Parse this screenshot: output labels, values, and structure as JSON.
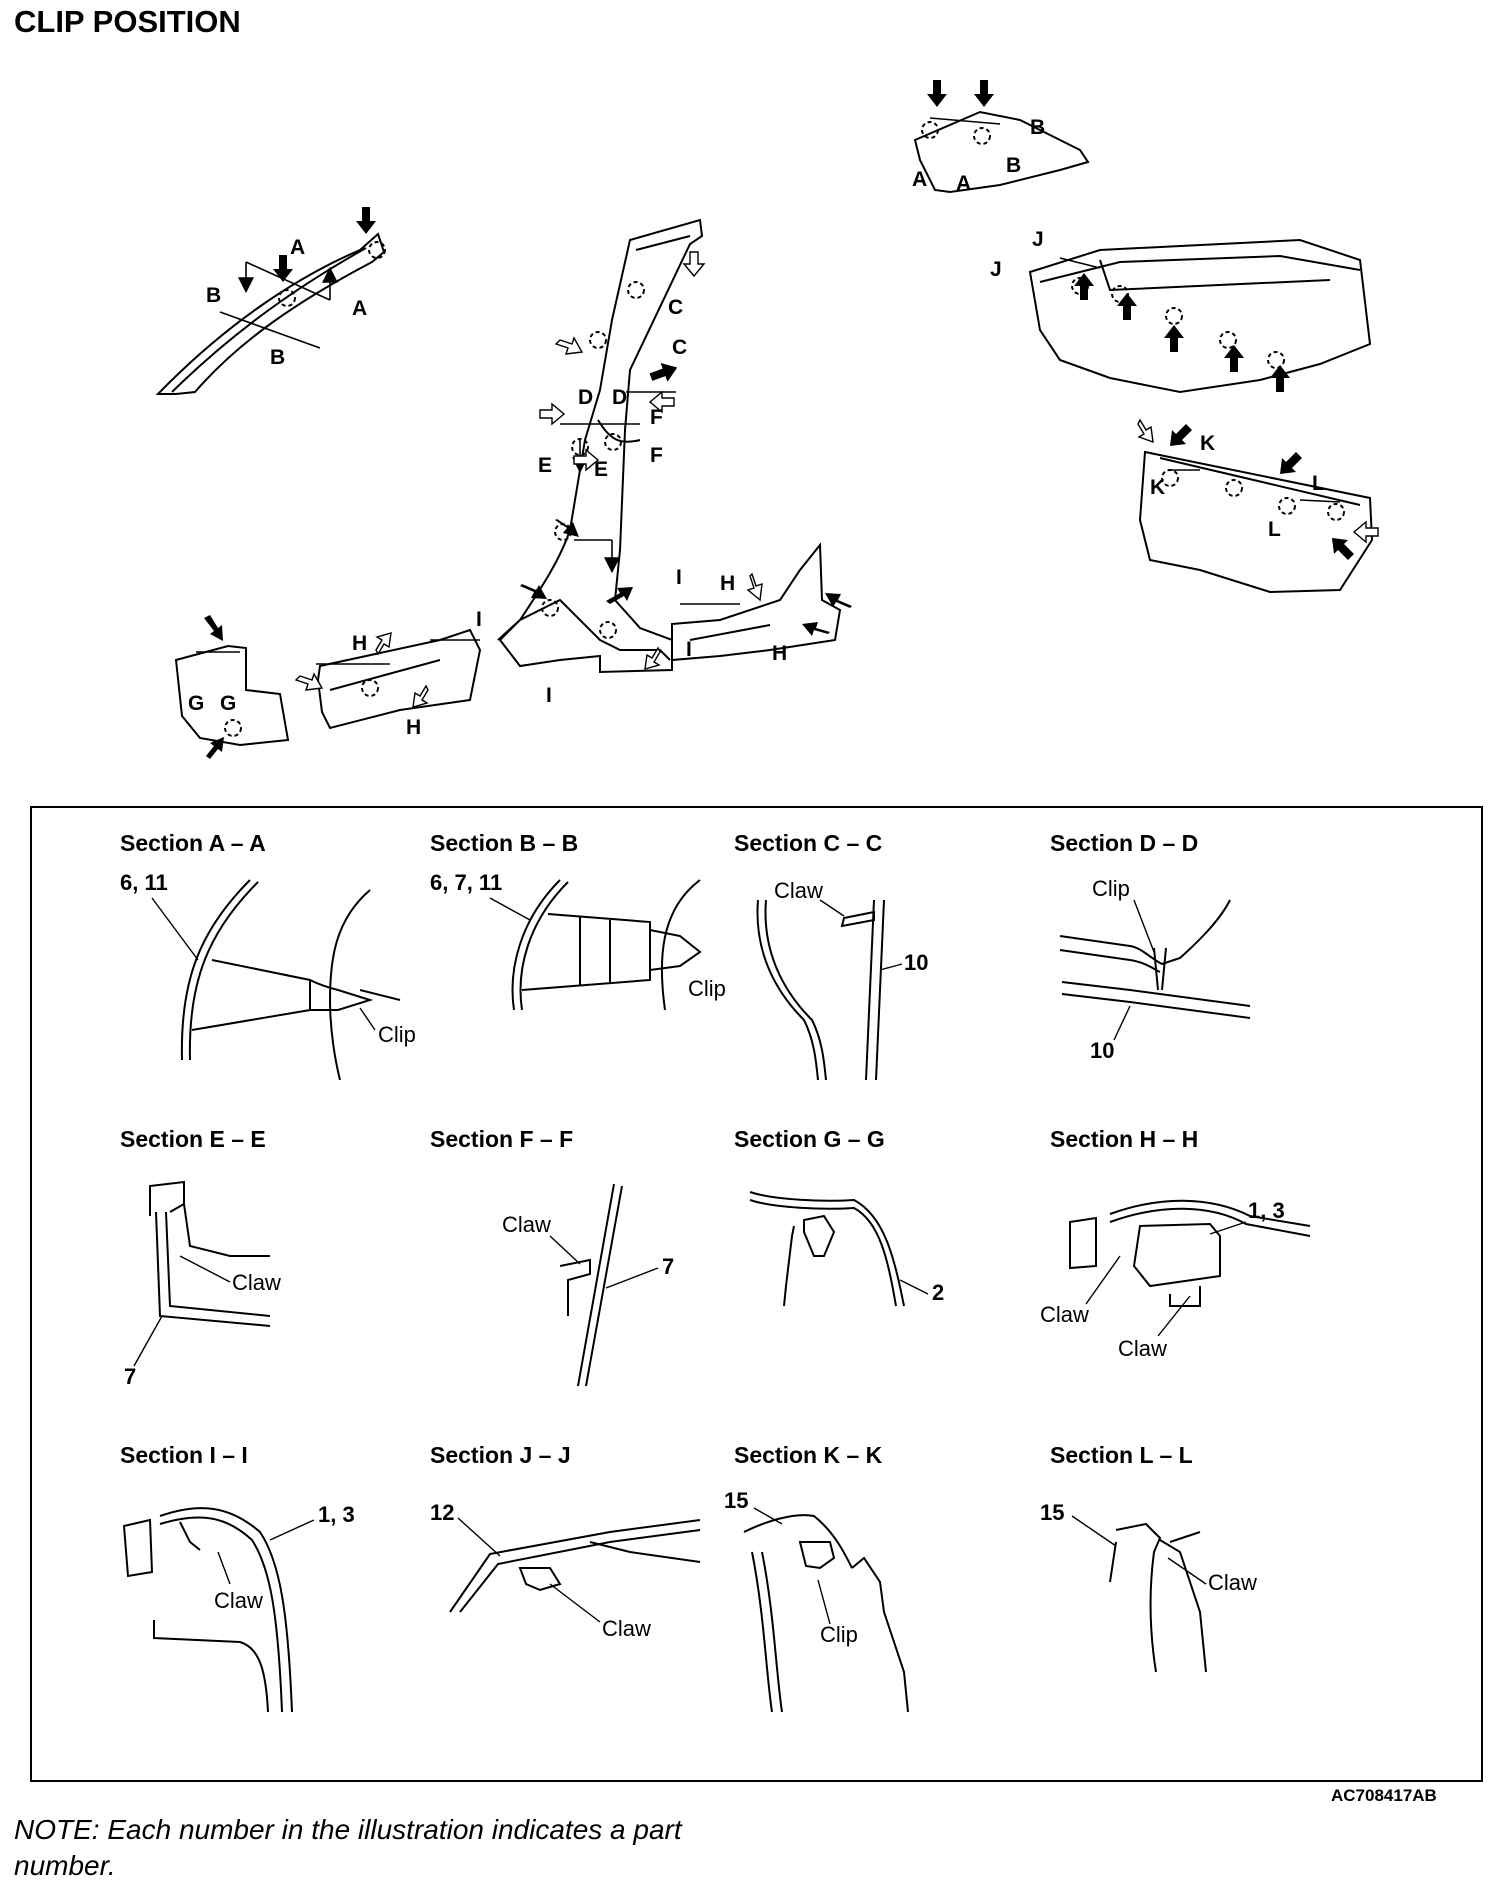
{
  "title": "CLIP POSITION",
  "overview_labels": {
    "a": "A",
    "b": "B",
    "c": "C",
    "d": "D",
    "e": "E",
    "f": "F",
    "g": "G",
    "h": "H",
    "i": "I",
    "j": "J",
    "k": "K",
    "l": "L"
  },
  "sections": [
    {
      "title": "Section A – A",
      "labels": [
        "6, 11",
        "Clip"
      ]
    },
    {
      "title": "Section B – B",
      "labels": [
        "6, 7, 11",
        "Clip"
      ]
    },
    {
      "title": "Section C – C",
      "labels": [
        "Claw",
        "10"
      ]
    },
    {
      "title": "Section D – D",
      "labels": [
        "Clip",
        "10"
      ]
    },
    {
      "title": "Section E – E",
      "labels": [
        "Claw",
        "7"
      ]
    },
    {
      "title": "Section F – F",
      "labels": [
        "Claw",
        "7"
      ]
    },
    {
      "title": "Section G – G",
      "labels": [
        "2"
      ]
    },
    {
      "title": "Section H – H",
      "labels": [
        "1, 3",
        "Claw",
        "Claw"
      ]
    },
    {
      "title": "Section I – I",
      "labels": [
        "1, 3",
        "Claw"
      ]
    },
    {
      "title": "Section J – J",
      "labels": [
        "12",
        "Claw"
      ]
    },
    {
      "title": "Section K – K",
      "labels": [
        "15",
        "Clip"
      ]
    },
    {
      "title": "Section L – L",
      "labels": [
        "15",
        "Claw"
      ]
    }
  ],
  "figure_code": "AC708417AB",
  "note": "NOTE: Each number in the illustration indicates a part number."
}
